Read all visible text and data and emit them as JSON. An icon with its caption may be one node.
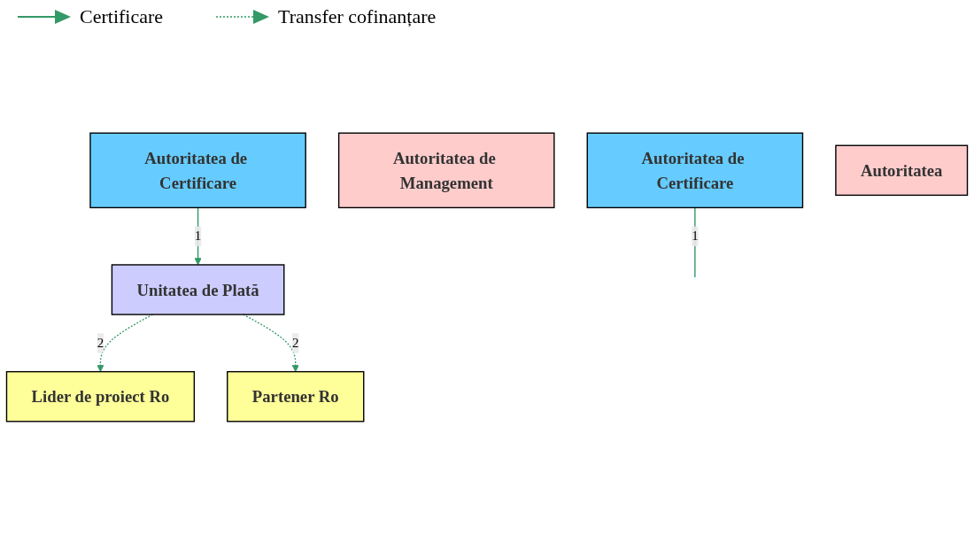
{
  "diagram": {
    "nodes": [
      {
        "text": [
          "Autoritatea de Certificare"
        ]
      },
      {
        "text": [
          "Autoritatea de Management"
        ]
      },
      {
        "text": [
          "Unitatea de Plată"
        ]
      },
      {
        "text": [
          "Autoritatea de Certificare"
        ]
      },
      {
        "text": [
          "Lider de proiect Ro"
        ]
      },
      {
        "text": [
          "Partener Ro"
        ]
      },
      {
        "text": [
          "Autoritatea"
        ]
      }
    ],
    "edges": [
      {
        "from": 0,
        "to": 2,
        "arrow": "to",
        "label": "1"
      },
      {
        "from": 2,
        "to": 4,
        "arrow": "to",
        "label": "2",
        "style": "dashed"
      },
      {
        "from": 2,
        "to": 5,
        "arrow": "to",
        "label": "2",
        "style": "dashed"
      },
      {
        "from": 3,
        "to": null,
        "arrow": "none",
        "label": "1"
      }
    ],
    "legend": [
      {
        "text": "Certificare"
      },
      {
        "text": "Transfer cofinanțare"
      }
    ]
  }
}
